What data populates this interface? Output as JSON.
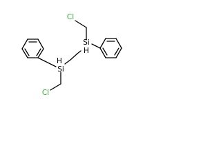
{
  "molecule": {
    "atoms": {
      "si_left": {
        "element": "Si",
        "label": "Si",
        "h_label": "H",
        "color": "#000000"
      },
      "si_right": {
        "element": "Si",
        "label": "Si",
        "h_label": "H",
        "color": "#000000"
      },
      "cl_top": {
        "element": "Cl",
        "label": "Cl",
        "color": "#2db42d"
      },
      "cl_bottom": {
        "element": "Cl",
        "label": "Cl",
        "color": "#2db42d"
      }
    },
    "groups": [
      "phenyl-left",
      "phenyl-right",
      "ethylene-bridge",
      "chloromethyl-top",
      "chloromethyl-bottom"
    ]
  }
}
